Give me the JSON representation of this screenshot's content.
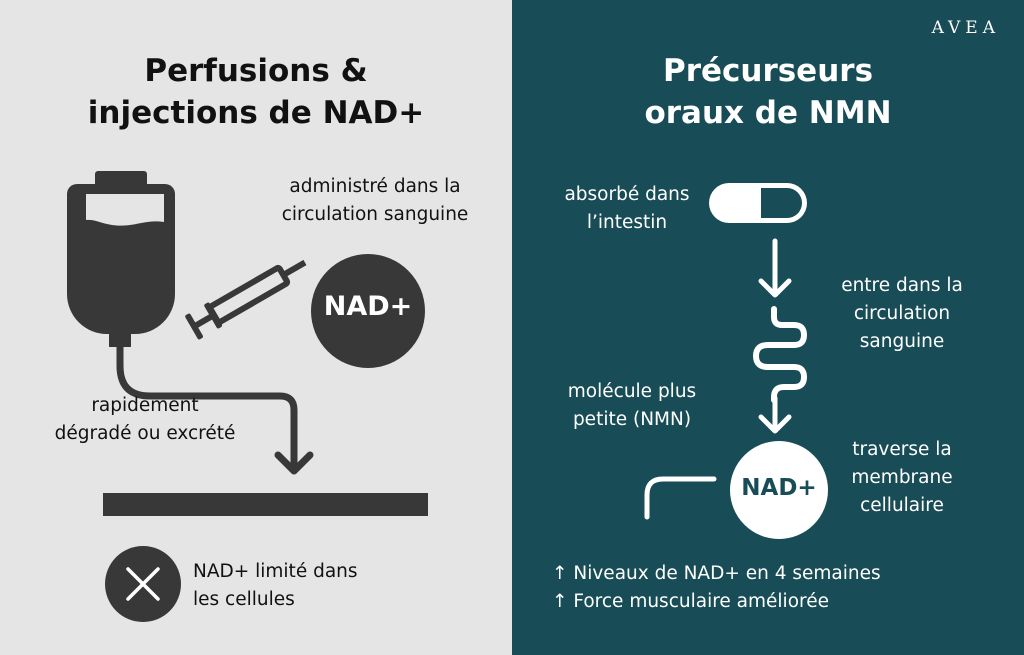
{
  "colors": {
    "left_bg": "#e5e5e5",
    "right_bg": "#184c56",
    "dark_icon": "#383838",
    "white": "#ffffff"
  },
  "brand": {
    "logo": "AVEA"
  },
  "left": {
    "title_line1": "Perfusions &",
    "title_line2": "injections de NAD+",
    "admin_line1": "administré dans la",
    "admin_line2": "circulation sanguine",
    "nad_circle": "NAD+",
    "degraded_line1": "rapidement",
    "degraded_line2": "dégradé ou excrété",
    "result_line1": "NAD+ limité dans",
    "result_line2": "les cellules",
    "icons": [
      "iv-bag-icon",
      "syringe-icon",
      "tube-arrow-icon",
      "membrane-bar",
      "x-circle-icon"
    ]
  },
  "right": {
    "title_line1": "Précurseurs",
    "title_line2": "oraux de NMN",
    "absorbed_line1": "absorbé dans",
    "absorbed_line2": "l’intestin",
    "enters_line1": "entre dans la",
    "enters_line2": "circulation",
    "enters_line3": "sanguine",
    "molecule_line1": "molécule plus",
    "molecule_line2": "petite (NMN)",
    "nad_circle": "NAD+",
    "crosses_line1": "traverse la",
    "crosses_line2": "membrane",
    "crosses_line3": "cellulaire",
    "benefits": [
      "↑ Niveaux de NAD+ en 4 semaines",
      "↑ Force musculaire améliorée"
    ],
    "icons": [
      "capsule-icon",
      "down-arrow-icon",
      "intestine-icon",
      "down-arrow-icon",
      "cell-membrane-icon"
    ]
  }
}
